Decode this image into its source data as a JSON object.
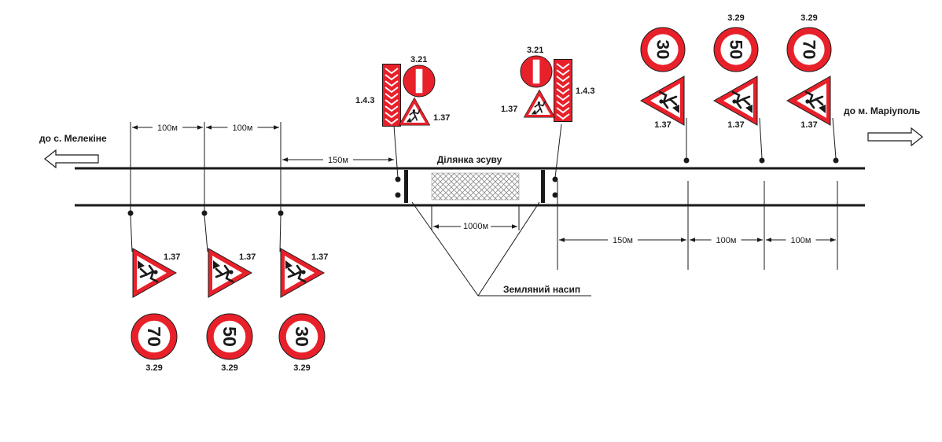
{
  "colors": {
    "sign_red": "#e8202a",
    "ink": "#1a1a1a",
    "hatch": "#8a8a8a"
  },
  "directions": {
    "left_label": "до с. Мелекіне",
    "right_label": "до м. Маріуполь"
  },
  "zone": {
    "title": "Ділянка зсуву",
    "length_label": "1000м",
    "embankment_label": "Земляний насип"
  },
  "dimensions": {
    "left": [
      {
        "label": "100м"
      },
      {
        "label": "100м"
      },
      {
        "label": "150м"
      }
    ],
    "right": [
      {
        "label": "150м"
      },
      {
        "label": "100м"
      },
      {
        "label": "100м"
      }
    ]
  },
  "sign_groups": {
    "bottom_left": [
      {
        "warning_code": "1.37",
        "speed_code": "3.29",
        "speed_value": "70"
      },
      {
        "warning_code": "1.37",
        "speed_code": "3.29",
        "speed_value": "50"
      },
      {
        "warning_code": "1.37",
        "speed_code": "3.29",
        "speed_value": "30"
      }
    ],
    "top_right": [
      {
        "warning_code": "1.37",
        "speed_code": "",
        "speed_value": "30"
      },
      {
        "warning_code": "1.37",
        "speed_code": "3.29",
        "speed_value": "50"
      },
      {
        "warning_code": "1.37",
        "speed_code": "3.29",
        "speed_value": "70"
      }
    ]
  },
  "zone_signs": {
    "left": {
      "no_entry_code": "3.21",
      "board_code": "1.4.3",
      "warning_code": "1.37"
    },
    "right": {
      "no_entry_code": "3.21",
      "board_code": "1.4.3",
      "warning_code": "1.37"
    }
  }
}
